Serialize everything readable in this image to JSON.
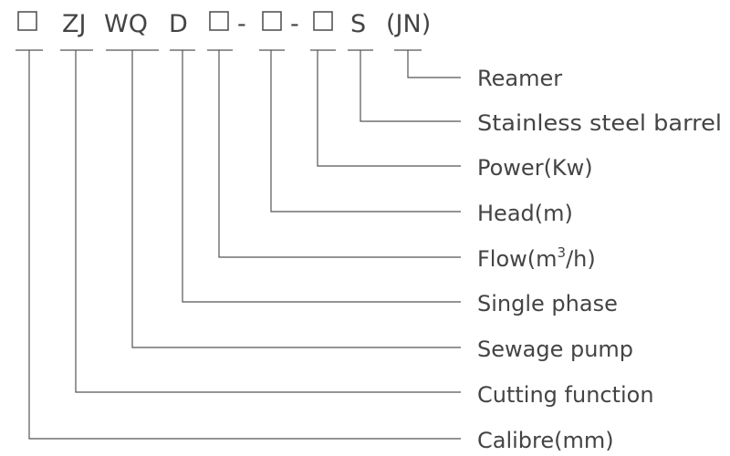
{
  "code": {
    "slot_1": "□",
    "zj": "ZJ",
    "wq": "WQ",
    "d": "D",
    "slot_2": "□",
    "dash_1": "-",
    "slot_3": "□",
    "dash_2": "-",
    "slot_4": "□",
    "s": "S",
    "jn": "(JN)"
  },
  "labels": {
    "reamer": "Reamer",
    "stainless": "Stainless steel barrel",
    "power": "Power(Kw)",
    "head": "Head(m)",
    "flow_prefix": "Flow(m",
    "flow_sup": "3",
    "flow_suffix": "/h)",
    "single_phase": "Single phase",
    "sewage_pump": "Sewage pump",
    "cutting_function": "Cutting function",
    "calibre": "Calibre(mm)"
  }
}
